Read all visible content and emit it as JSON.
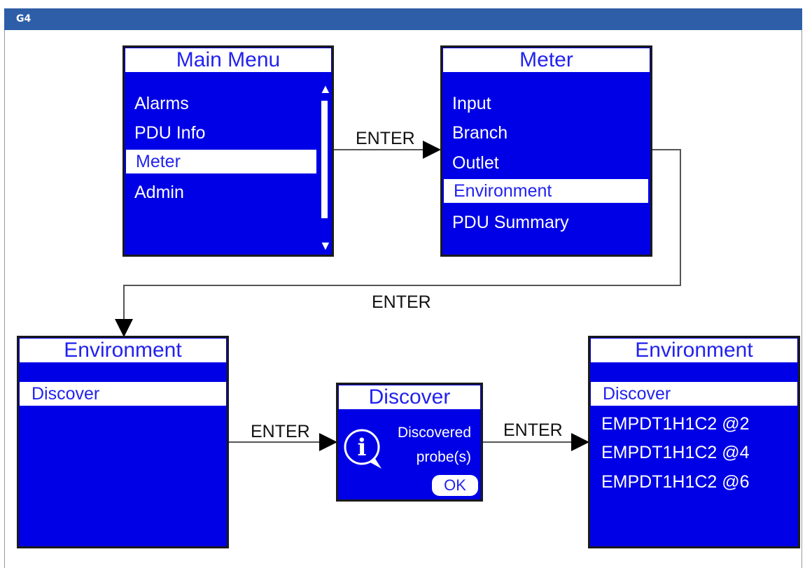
{
  "header": {
    "title": "G4"
  },
  "screens": {
    "main_menu": {
      "title": "Main Menu",
      "items": [
        "Alarms",
        "PDU Info",
        "Meter",
        "Admin"
      ],
      "selected": "Meter",
      "scroll_up": "▲",
      "scroll_down": "▼"
    },
    "meter": {
      "title": "Meter",
      "items": [
        "Input",
        "Branch",
        "Outlet",
        "Environment",
        "PDU Summary"
      ],
      "selected": "Environment"
    },
    "environment_empty": {
      "title": "Environment",
      "items": [
        "Discover"
      ],
      "selected": "Discover"
    },
    "discover_dialog": {
      "title": "Discover",
      "message_line1": "Discovered",
      "message_line2": "probe(s)",
      "button": "OK",
      "icon": "info-icon"
    },
    "environment_probes": {
      "title": "Environment",
      "items": [
        "Discover",
        "EMPDT1H1C2 @2",
        "EMPDT1H1C2 @4",
        "EMPDT1H1C2 @6"
      ],
      "selected": "Discover"
    }
  },
  "flow_labels": {
    "main_to_meter": "ENTER",
    "meter_to_env": "ENTER",
    "env_to_discover": "ENTER",
    "discover_to_probes": "ENTER"
  },
  "colors": {
    "header": "#2e5ea8",
    "screen_bg": "#0000e6",
    "highlight_text": "#2222ee",
    "text": "#ffffff"
  }
}
